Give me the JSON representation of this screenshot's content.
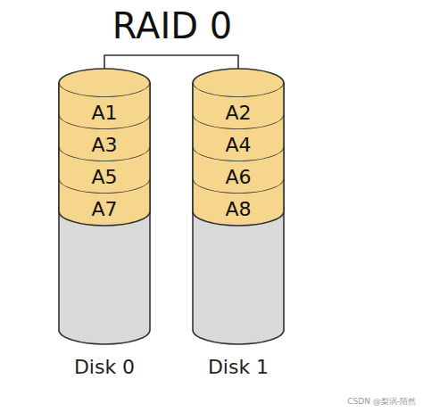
{
  "diagram": {
    "title": "RAID 0",
    "nodes": [
      {
        "text": [
          "Disk 0"
        ]
      },
      {
        "text": [
          "A1"
        ],
        "in": 0
      },
      {
        "text": [
          "A3"
        ],
        "in": 0
      },
      {
        "text": [
          "A5"
        ],
        "in": 0
      },
      {
        "text": [
          "A7"
        ],
        "in": 0
      },
      {
        "text": [
          "Disk 1"
        ]
      },
      {
        "text": [
          "A2"
        ],
        "in": 5
      },
      {
        "text": [
          "A4"
        ],
        "in": 5
      },
      {
        "text": [
          "A6"
        ],
        "in": 5
      },
      {
        "text": [
          "A8"
        ],
        "in": 5
      }
    ],
    "labels": [
      "CSDN @梨涡-陌然"
    ]
  }
}
